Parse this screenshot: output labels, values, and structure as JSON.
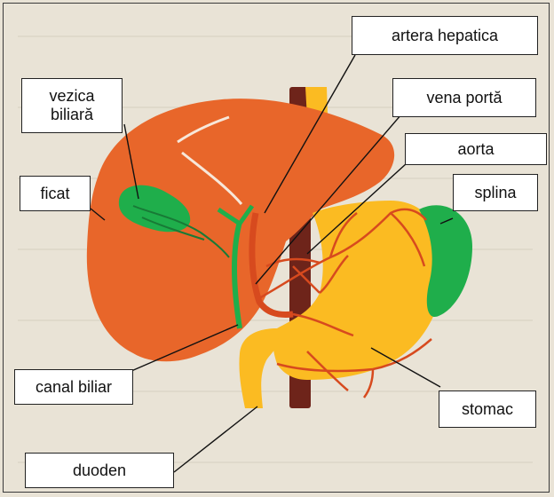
{
  "labels": {
    "artera_hepatica": "artera hepatica",
    "vezica_biliara_line1": "vezica",
    "vezica_biliara_line2": "biliară",
    "vena_porta": "vena portă",
    "aorta": "aorta",
    "ficat": "ficat",
    "splina": "splina",
    "canal_biliar": "canal biliar",
    "stomac": "stomac",
    "duoden": "duoden"
  },
  "colors": {
    "liver": "#e8662a",
    "stomach": "#fbbb22",
    "spleen": "#1fae4b",
    "gallbladder": "#1fae4b",
    "aorta": "#6e241a",
    "vessels": "#d74a1e",
    "background": "#e9e3d6"
  }
}
